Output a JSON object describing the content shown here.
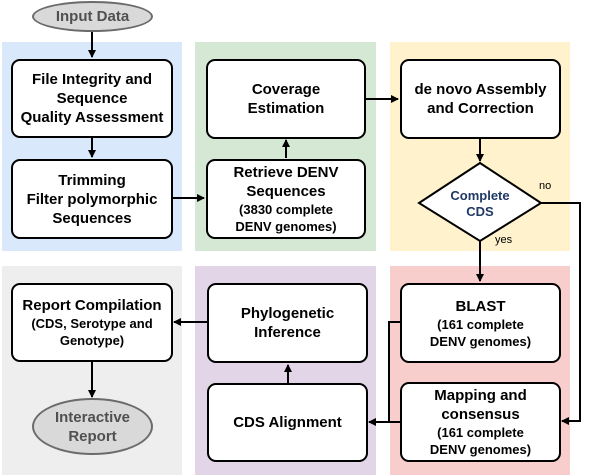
{
  "panels": [
    {
      "id": "qc",
      "color": "#dae8fc"
    },
    {
      "id": "reference",
      "color": "#d5e8d4"
    },
    {
      "id": "assembly",
      "color": "#fff2cc"
    },
    {
      "id": "report",
      "color": "#eeeeee"
    },
    {
      "id": "phylo",
      "color": "#e1d5e7"
    },
    {
      "id": "blast",
      "color": "#f8cecc"
    }
  ],
  "nodes": {
    "input": {
      "label": "Input Data"
    },
    "integrity": {
      "lines": [
        "File Integrity and",
        "Sequence",
        "Quality Assessment"
      ]
    },
    "trimming": {
      "lines": [
        "Trimming",
        "Filter polymorphic",
        "Sequences"
      ]
    },
    "coverage": {
      "lines": [
        "Coverage",
        "Estimation"
      ]
    },
    "retrieve": {
      "lines": [
        "Retrieve DENV",
        "Sequences"
      ],
      "sub": [
        "(3830 complete",
        "DENV genomes)"
      ]
    },
    "assembly": {
      "lines": [
        "de novo Assembly",
        "and Correction"
      ]
    },
    "decision": {
      "lines": [
        "Complete",
        "CDS"
      ]
    },
    "blast": {
      "lines": [
        "BLAST"
      ],
      "sub": [
        "(161 complete",
        "DENV genomes)"
      ]
    },
    "mapping": {
      "lines": [
        "Mapping and",
        "consensus"
      ],
      "sub": [
        "(161 complete",
        "DENV genomes)"
      ]
    },
    "alignment": {
      "lines": [
        "CDS Alignment"
      ]
    },
    "phylo": {
      "lines": [
        "Phylogenetic",
        "Inference"
      ]
    },
    "report": {
      "lines": [
        "Report Compilation"
      ],
      "sub": [
        "(CDS, Serotype and",
        "Genotype)"
      ]
    },
    "interactive": {
      "lines": [
        "Interactive",
        "Report"
      ]
    }
  },
  "edge_labels": {
    "no": "no",
    "yes": "yes"
  },
  "colors": {
    "oval_fill": "#d9d9d9",
    "oval_stroke": "#6b6b6b",
    "decision_text": "#1f3864",
    "line": "#000000"
  }
}
